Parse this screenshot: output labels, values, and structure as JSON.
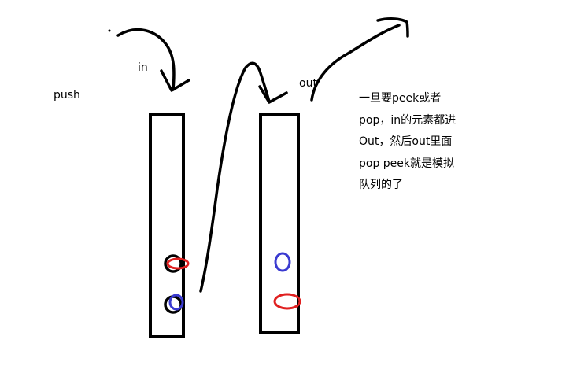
{
  "labels": {
    "push": "push",
    "in": "in",
    "out": "out"
  },
  "note_lines": [
    "一旦要peek或者",
    "pop，in的元素都进",
    "Out，然后out里面",
    "pop peek就是模拟",
    "队列的了"
  ],
  "stacks": {
    "in_stack": {
      "elements": [
        "red-circle",
        "blue-circle"
      ]
    },
    "out_stack": {
      "elements": [
        "blue-circle",
        "red-circle"
      ]
    }
  },
  "colors": {
    "ink": "#000000",
    "red": "#e02020",
    "blue": "#3a3ad0"
  }
}
